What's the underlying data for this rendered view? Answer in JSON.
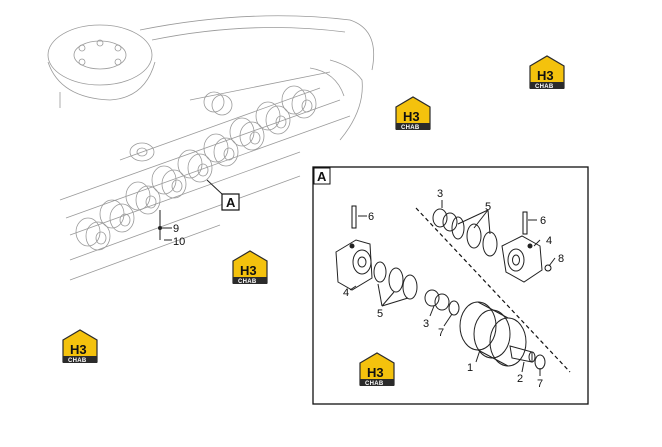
{
  "detail_box": {
    "title": "A"
  },
  "callout": "A",
  "callouts_overview": [
    "9",
    "10"
  ],
  "callouts_detail": {
    "p1": "1",
    "p2": "2",
    "p3a": "3",
    "p3b": "3",
    "p4a": "4",
    "p4b": "4",
    "p5a": "5",
    "p5b": "5",
    "p6a": "6",
    "p6b": "6",
    "p7a": "7",
    "p7b": "7",
    "p8": "8"
  },
  "watermark": {
    "text": "H3",
    "subtext": "CHAB"
  },
  "colors": {
    "watermark_yellow": "#f4c20d",
    "watermark_dark": "#2b2b2b",
    "line": "#9a9a9a"
  }
}
